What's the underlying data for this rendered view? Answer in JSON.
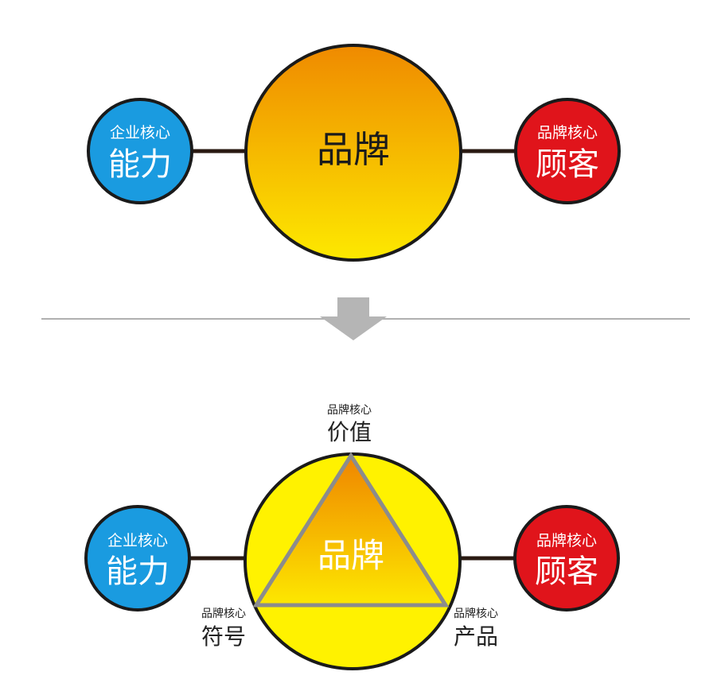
{
  "top": {
    "left_node": {
      "small": "企业核心",
      "big": "能力"
    },
    "center_node": {
      "label": "品牌"
    },
    "right_node": {
      "small": "品牌核心",
      "big": "顾客"
    }
  },
  "bottom": {
    "left_node": {
      "small": "企业核心",
      "big": "能力"
    },
    "center_node": {
      "label": "品牌"
    },
    "right_node": {
      "small": "品牌核心",
      "big": "顾客"
    },
    "vertex_top": {
      "small": "品牌核心",
      "big": "价值"
    },
    "vertex_left": {
      "small": "品牌核心",
      "big": "符号"
    },
    "vertex_right": {
      "small": "品牌核心",
      "big": "产品"
    }
  },
  "colors": {
    "blue": "#1a9be0",
    "red": "#e0141b",
    "orange_top": "#f08a00",
    "yellow": "#fff200",
    "outline": "#1a1a1a",
    "divider": "#b0b0b0",
    "arrow": "#b5b5b5",
    "triangle_stroke": "#8c8c8c"
  }
}
